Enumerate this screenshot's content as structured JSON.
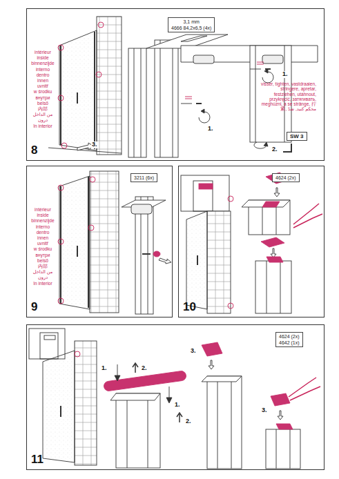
{
  "diagram": {
    "nodes": [
      {
        "text": [
          "8"
        ]
      },
      {
        "text": [
          "3,1 mm",
          "4666 84,2x6,5 (4x)"
        ],
        "in": 0
      },
      {
        "text": [
          "SW 3"
        ],
        "in": 0
      },
      {
        "text": [
          "9"
        ]
      },
      {
        "text": [
          "3211 (6x)"
        ],
        "in": 3
      },
      {
        "text": [
          "10"
        ]
      },
      {
        "text": [
          "4624 (2x)"
        ],
        "in": 5
      },
      {
        "text": [
          "11"
        ]
      },
      {
        "text": [
          "4624 (2x)",
          "4642 (1x)"
        ],
        "in": 7
      }
    ],
    "labels": [
      "intérieur",
      "inside",
      "binnenzijde",
      "interno",
      "dentro",
      "innen",
      "uvnitř",
      "w środku",
      "внутри",
      "belső",
      "内部",
      "من الداخل",
      "درون",
      "în interior",
      "3.",
      "1.",
      "1.",
      "2.",
      "visser, tighten, vastdraaien, stringere, apretar, festziehen, utáhnout, przykręcić, затягивать, meghúzni, a se strânge, 拧紧, محكم كنيد, شدّ",
      "intérieur",
      "inside",
      "binnenzijde",
      "interno",
      "dentro",
      "innen",
      "uvnitř",
      "w środku",
      "внутри",
      "belső",
      "内部",
      "من الداخل",
      "درون",
      "în interior",
      "1.",
      "2.",
      "1.",
      "2.",
      "3.",
      "3."
    ]
  }
}
